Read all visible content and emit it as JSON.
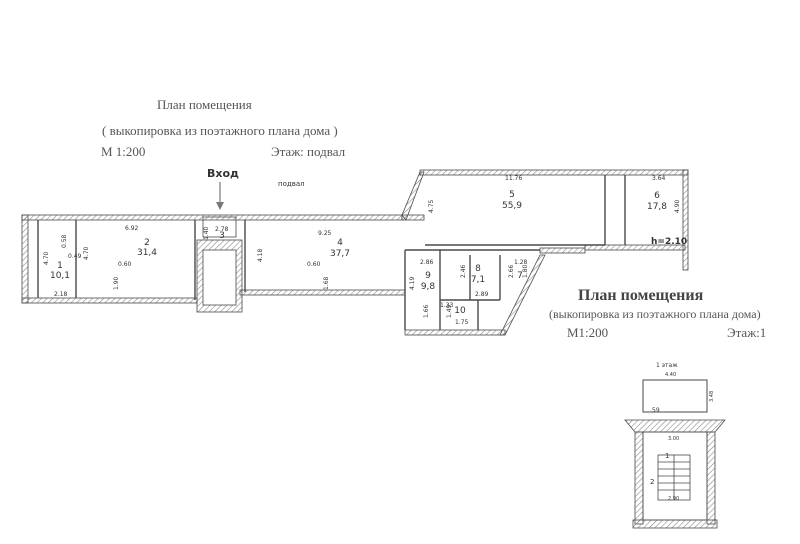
{
  "basement_header": {
    "title": "План помещения",
    "subtitle": "( выкопировка из поэтажного плана дома )",
    "scale": "М 1:200",
    "floor": "Этаж: подвал"
  },
  "entrance": {
    "label": "Вход"
  },
  "basement_label": "подвал",
  "basement_rooms": [
    {
      "num": "1",
      "area": "10,1"
    },
    {
      "num": "2",
      "area": "31,4"
    },
    {
      "num": "3",
      "area": ""
    },
    {
      "num": "4",
      "area": "37,7"
    },
    {
      "num": "5",
      "area": "55,9"
    },
    {
      "num": "6",
      "area": "17,8"
    },
    {
      "num": "7",
      "area": ""
    },
    {
      "num": "8",
      "area": "7,1"
    },
    {
      "num": "9",
      "area": "9,8"
    },
    {
      "num": "10",
      "area": ""
    }
  ],
  "dimensions": {
    "d692": "6.92",
    "d278": "2.78",
    "d925": "9.25",
    "d1176": "11.76",
    "d364": "3.64",
    "d475": "4.75",
    "d490": "4.90",
    "d470a": "4.70",
    "d470b": "4.70",
    "d058": "0.58",
    "d049": "0.49",
    "d218": "2.18",
    "d060a": "0.60",
    "d190": "1.90",
    "d140": "1.40",
    "d418": "4.18",
    "d060b": "0.60",
    "d168": "1.68",
    "d286": "2.86",
    "d419": "4.19",
    "d246": "2.46",
    "d128": "1.28",
    "d266": "2.66",
    "d180": "1.80",
    "d289": "2.89",
    "d133": "1.33",
    "d166": "1.66",
    "d149": "1.49",
    "d175": "1.75"
  },
  "height_note": "h=2.10",
  "first_floor_header": {
    "title": "План помещения",
    "subtitle": "(выкопировка из поэтажного плана дома)",
    "scale": "М1:200",
    "floor": "Этаж:1"
  },
  "inset": {
    "label": "1 этаж",
    "d440": "4.40",
    "d348": "3.48",
    "num59": "59",
    "d300": "3.00",
    "room1": "1",
    "room2": "2",
    "d290": "2.90"
  },
  "colors": {
    "wall": "#4a4a4a",
    "hatch": "#999999",
    "text": "#333333"
  }
}
